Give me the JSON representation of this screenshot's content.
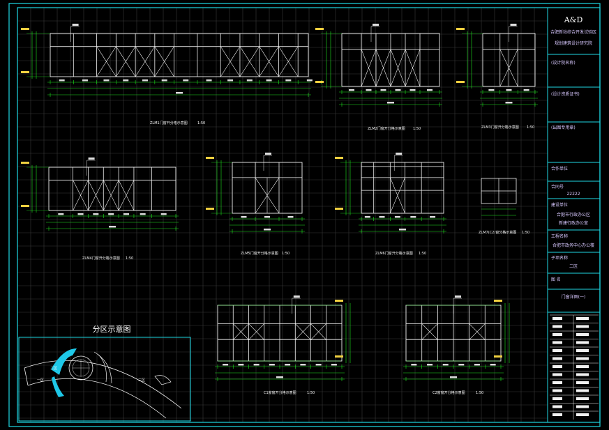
{
  "title_block": {
    "logo": "A&D",
    "institute_line1": "合肥新站综合开发试验区",
    "institute_line2": "规划建筑设计研究院",
    "field_owner": "(设计院名称)",
    "field_seal": "(设计资质证书)",
    "field_stamp": "(出图专用章)",
    "label_partner": "合作单位",
    "label_contract": "合同号",
    "contract_no": "22222",
    "label_client": "建设单位",
    "client_line1": "合肥市行政办公区",
    "client_line2": "新建行政办公室",
    "label_project": "工程名称",
    "project_name": "合肥市政务中心办公楼",
    "label_sub": "子项名称",
    "sub_name": "二区",
    "label_drawing": "图    名",
    "drawing_name": "门窗详图(一)"
  },
  "zone_map": {
    "title": "分区示意图",
    "labels": [
      "一区",
      "二区",
      "三区"
    ]
  },
  "views": [
    {
      "id": "v1",
      "caption": "ZLM1门窗开分格示意图",
      "scale": "1:50"
    },
    {
      "id": "v2",
      "caption": "ZLM2门窗开分格示意图",
      "scale": "1:50"
    },
    {
      "id": "v3",
      "caption": "ZLM3门窗开分格示意图",
      "scale": "1:50"
    },
    {
      "id": "v4",
      "caption": "ZLM4门窗开分格示意图",
      "scale": "1:50"
    },
    {
      "id": "v5",
      "caption": "ZLM5门窗开分格示意图",
      "scale": "1:50"
    },
    {
      "id": "v6",
      "caption": "ZLM6门窗开分格示意图",
      "scale": "1:50"
    },
    {
      "id": "v7",
      "caption": "ZLM7(C2)窗分格示意图",
      "scale": "1:50"
    },
    {
      "id": "v8",
      "caption": "C1窗窗开分格示意图",
      "scale": "1:50"
    },
    {
      "id": "v9",
      "caption": "C2窗窗开分格示意图",
      "scale": "1:50"
    }
  ],
  "colors": {
    "frame": "#1fd8e4",
    "linework": "#f2f2f2",
    "dimension": "#1ee31e",
    "zone_highlight": "#1ec8e8"
  }
}
